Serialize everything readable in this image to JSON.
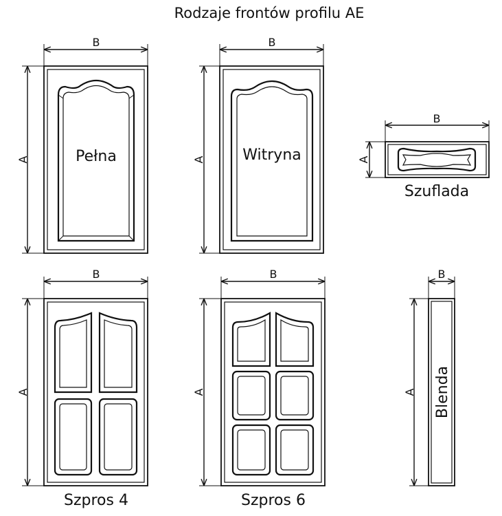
{
  "title": "Rodzaje frontów profilu AE",
  "dimension_labels": {
    "width": "B",
    "height": "A"
  },
  "fronts": [
    {
      "id": "pelna",
      "label": "Pełna"
    },
    {
      "id": "witryna",
      "label": "Witryna"
    },
    {
      "id": "szuflada",
      "label": "Szuflada"
    },
    {
      "id": "szpros4",
      "label": "Szpros 4"
    },
    {
      "id": "szpros6",
      "label": "Szpros 6"
    },
    {
      "id": "blenda",
      "label": "Blenda"
    }
  ]
}
